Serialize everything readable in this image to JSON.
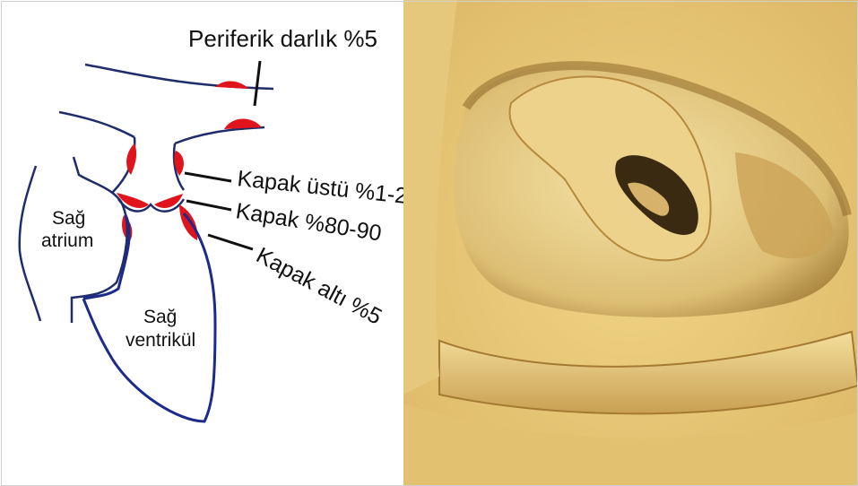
{
  "diagram": {
    "labels": {
      "peripheral": "Periferik darlık %5",
      "supravalvular": "Kapak üstü %1-2",
      "valvular": "Kapak %80-90",
      "subvalvular": "Kapak altı  %5",
      "right_atrium_line1": "Sağ",
      "right_atrium_line2": "atrium",
      "right_ventricle_line1": "Sağ",
      "right_ventricle_line2": "ventrikül"
    },
    "colors": {
      "outline": "#1f2d6b",
      "ventricle_outline": "#1c2a8a",
      "lesion": "#e0141c",
      "leader": "#111111"
    }
  },
  "photo": {
    "colors": {
      "tissue": "#e8c870",
      "shadow": "#b58a3a",
      "highlight": "#f3dc98"
    }
  }
}
